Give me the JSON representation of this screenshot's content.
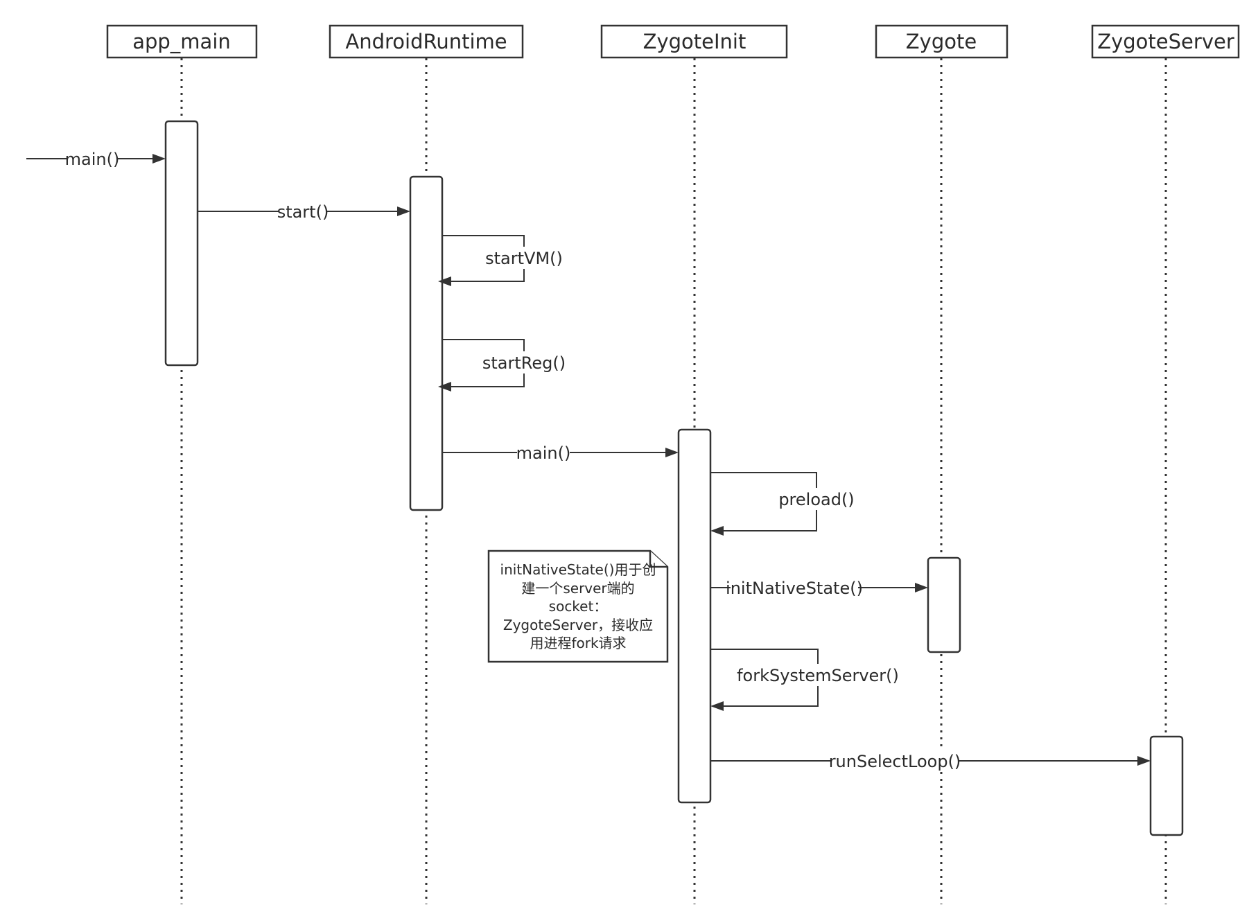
{
  "participants": [
    {
      "id": "app_main",
      "label": "app_main"
    },
    {
      "id": "android_runtime",
      "label": "AndroidRuntime"
    },
    {
      "id": "zygote_init",
      "label": "ZygoteInit"
    },
    {
      "id": "zygote",
      "label": "Zygote"
    },
    {
      "id": "zygote_server",
      "label": "ZygoteServer"
    }
  ],
  "messages": [
    {
      "id": "main_entry",
      "label": "main()",
      "from": "external",
      "to": "app_main"
    },
    {
      "id": "start",
      "label": "start()",
      "from": "app_main",
      "to": "android_runtime"
    },
    {
      "id": "start_vm",
      "label": "startVM()",
      "from": "android_runtime",
      "to": "android_runtime"
    },
    {
      "id": "start_reg",
      "label": "startReg()",
      "from": "android_runtime",
      "to": "android_runtime"
    },
    {
      "id": "zygote_main",
      "label": "main()",
      "from": "android_runtime",
      "to": "zygote_init"
    },
    {
      "id": "preload",
      "label": "preload()",
      "from": "zygote_init",
      "to": "zygote_init"
    },
    {
      "id": "init_native_state",
      "label": "initNativeState()",
      "from": "zygote_init",
      "to": "zygote"
    },
    {
      "id": "fork_system_server",
      "label": "forkSystemServer()",
      "from": "zygote_init",
      "to": "zygote_init"
    },
    {
      "id": "run_select_loop",
      "label": "runSelectLoop()",
      "from": "zygote_init",
      "to": "zygote_server"
    }
  ],
  "note": {
    "lines": [
      "initNativeState()用于创",
      "建一个server端的",
      "socket：",
      "ZygoteServer，接收应",
      "用进程fork请求"
    ]
  }
}
